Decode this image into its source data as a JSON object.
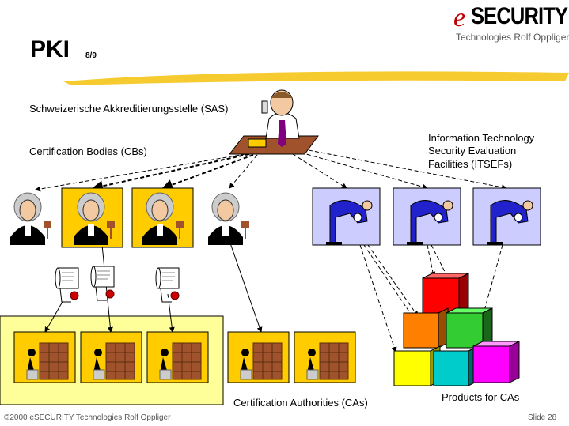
{
  "header": {
    "title": "PKI",
    "page_indicator": "8/9",
    "logo_e": "e",
    "logo_main": "SECURITY",
    "logo_sub": "Technologies Rolf Oppliger"
  },
  "labels": {
    "sas": "Schweizerische Akkreditierungsstelle (SAS)",
    "cbs": "Certification Bodies (CBs)",
    "itsef_1": "Information Technology",
    "itsef_2": "Security Evaluation",
    "itsef_3": "Facilities (ITSEFs)",
    "cas": "Certification Authorities (CAs)",
    "products": "Products for CAs"
  },
  "footer": {
    "copyright": "©2000 eSECURITY Technologies Rolf Oppliger",
    "slide": "Slide 28"
  },
  "colors": {
    "yellow": "#ffcc00",
    "light_yellow": "#ffff99",
    "lavender": "#ccccff",
    "accent": "#c00000"
  }
}
